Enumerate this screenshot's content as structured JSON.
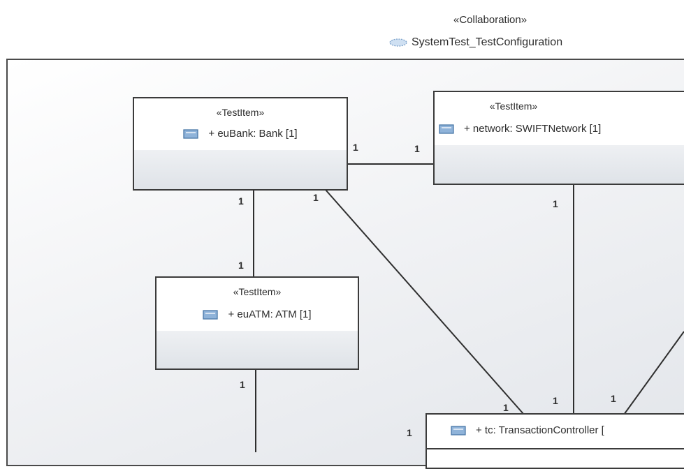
{
  "collaboration": {
    "stereotype": "«Collaboration»",
    "name": "SystemTest_TestConfiguration",
    "icon": "collaboration-icon"
  },
  "parts": [
    {
      "id": "euBank",
      "stereotype": "«TestItem»",
      "label": "+ euBank: Bank [1]",
      "icon": "part-icon"
    },
    {
      "id": "network",
      "stereotype": "«TestItem»",
      "label": "+ network: SWIFTNetwork [1]",
      "icon": "part-icon"
    },
    {
      "id": "euATM",
      "stereotype": "«TestItem»",
      "label": "+ euATM: ATM [1]",
      "icon": "part-icon"
    },
    {
      "id": "tc",
      "stereotype": "",
      "label": "+ tc: TransactionController [",
      "icon": "part-icon"
    }
  ],
  "multiplicities": {
    "bank_network_left": "1",
    "bank_network_right": "1",
    "bank_atm_top": "1",
    "bank_atm_bottom": "1",
    "bank_tc_top": "1",
    "bank_tc_bottom": "1",
    "network_tc_top": "1",
    "network_tc_bottom": "1",
    "right_tc_bottom": "1",
    "atm_down_top": "1",
    "tc_left": "1"
  },
  "colors": {
    "line": "#2e2e2e",
    "part_icon_fill": "#8fb3d9"
  }
}
